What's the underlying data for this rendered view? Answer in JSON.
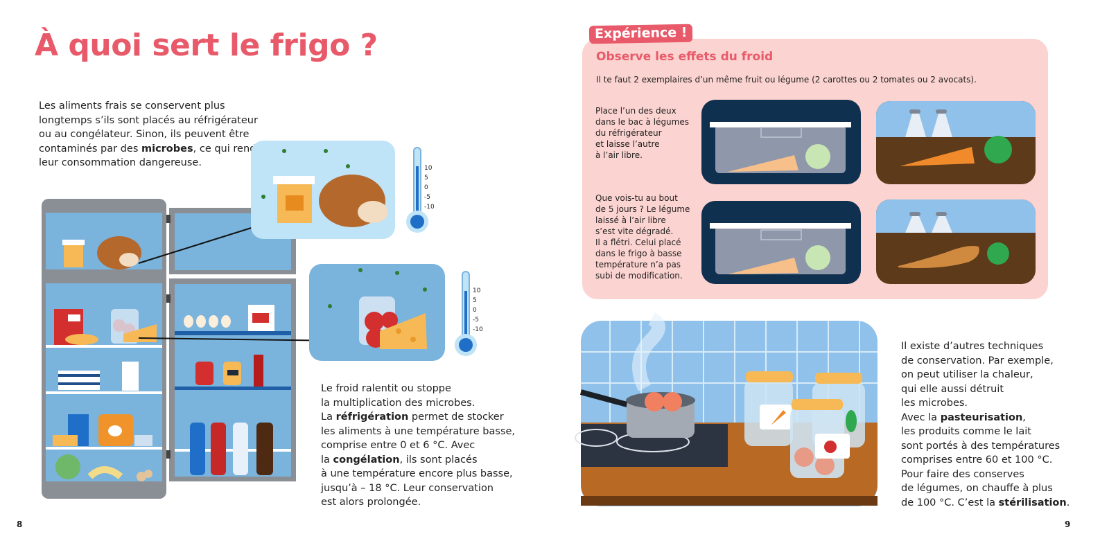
{
  "left_page": {
    "title": "À quoi sert le frigo ?",
    "intro": {
      "l1": "Les aliments frais se conservent plus",
      "l2": "longtemps s’ils sont placés au réfrigérateur",
      "l3": "ou au congélateur. Sinon, ils peuvent être",
      "l4a": "contaminés par des ",
      "l4b": "microbes",
      "l4c": ", ce qui rend",
      "l5": "leur consommation dangereuse."
    },
    "cold": {
      "l1": "Le froid ralentit ou stoppe",
      "l2": "la multiplication des microbes.",
      "l3a": "La ",
      "l3b": "réfrigération",
      "l3c": " permet de stocker",
      "l4": "les aliments à une température basse,",
      "l5": "comprise entre 0 et 6 °C. Avec",
      "l6a": "la ",
      "l6b": "congélation",
      "l6c": ", ils sont placés",
      "l7": "à une température encore plus basse,",
      "l8": "jusqu’à – 18 °C. Leur conservation",
      "l9": "est alors prolongée."
    },
    "thermo_ticks": [
      "10",
      "5",
      "0",
      "-5",
      "-10"
    ],
    "page_number": "8"
  },
  "right_page": {
    "tag": "Expérience !",
    "subtitle": "Observe les effets du froid",
    "requirement": "Il te faut 2 exemplaires d’un même fruit ou légume (2 carottes ou 2 tomates ou 2 avocats).",
    "step1": {
      "l1": "Place l’un des deux",
      "l2": "dans le bac à légumes",
      "l3": "du réfrigérateur",
      "l4": "et laisse l’autre",
      "l5": "à l’air libre."
    },
    "step2": {
      "l1": "Que vois-tu au bout",
      "l2": "de 5 jours ? Le légume",
      "l3": "laissé à l’air libre",
      "l4": "s’est vite dégradé.",
      "l5": "Il a flétri. Celui placé",
      "l6": "dans le frigo à basse",
      "l7": "température n’a pas",
      "l8": "subi de modification."
    },
    "other": {
      "l1": "Il existe d’autres techniques",
      "l2": "de conservation. Par exemple,",
      "l3": "on peut utiliser la chaleur,",
      "l4": "qui elle aussi détruit",
      "l5": "les microbes.",
      "l6a": "Avec la ",
      "l6b": "pasteurisation",
      "l6c": ",",
      "l7": "les produits comme le lait",
      "l8": "sont portés à des températures",
      "l9": "comprises entre 60 et 100 °C.",
      "l10": "Pour faire des conserves",
      "l11": "de légumes, on chauffe à plus",
      "l12a": "de 100 °C. C’est la ",
      "l12b": "stérilisation",
      "l12c": "."
    },
    "page_number": "9"
  },
  "colors": {
    "accent_pink": "#e85a6a",
    "experience_bg": "#fbd3d0",
    "fridge_blue": "#7ab3dc",
    "fridge_frame": "#8a8f96",
    "navy": "#10304f",
    "soil": "#5c3a1a",
    "carrot": "#f08a2a"
  }
}
